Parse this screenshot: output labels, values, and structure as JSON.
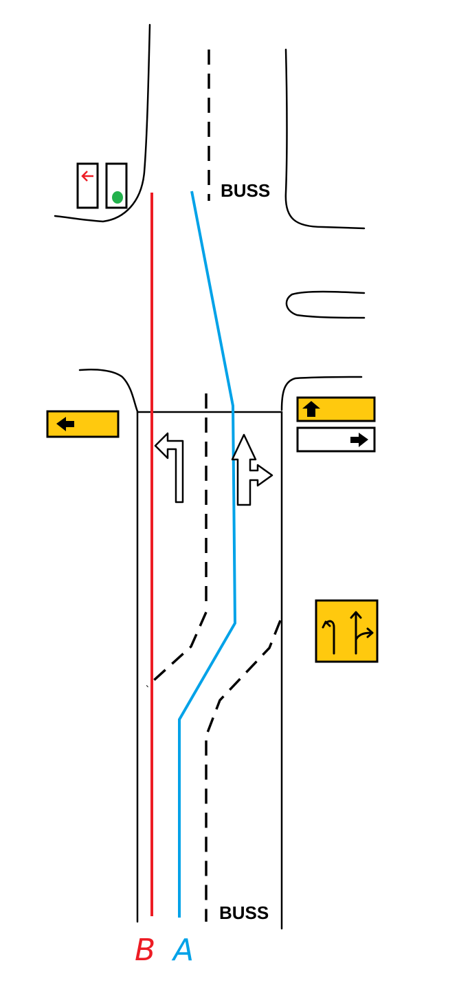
{
  "labels": {
    "bus_lane_top": "BUSS",
    "bus_lane_bottom": "BUSS"
  },
  "routes": [
    {
      "id": "B",
      "label": "B",
      "color": "#ed1c24"
    },
    {
      "id": "A",
      "label": "A",
      "color": "#00a2e8"
    }
  ],
  "colors": {
    "road_line": "#000000",
    "sign_yellow": "#ffc90e",
    "signal_green": "#22b14c",
    "signal_red_arrow": "#ed1c24"
  },
  "icons": {
    "traffic_signal_left": "red-left-arrow-signal",
    "traffic_signal_straight": "green-round-signal",
    "sign_left": "left-arrow-sign",
    "sign_straight": "up-arrow-sign",
    "sign_right": "right-arrow-sign",
    "lane_sign": "lane-configuration-sign",
    "road_arrow_left": "left-turn-road-marking",
    "road_arrow_straight_right": "straight-right-road-marking"
  }
}
